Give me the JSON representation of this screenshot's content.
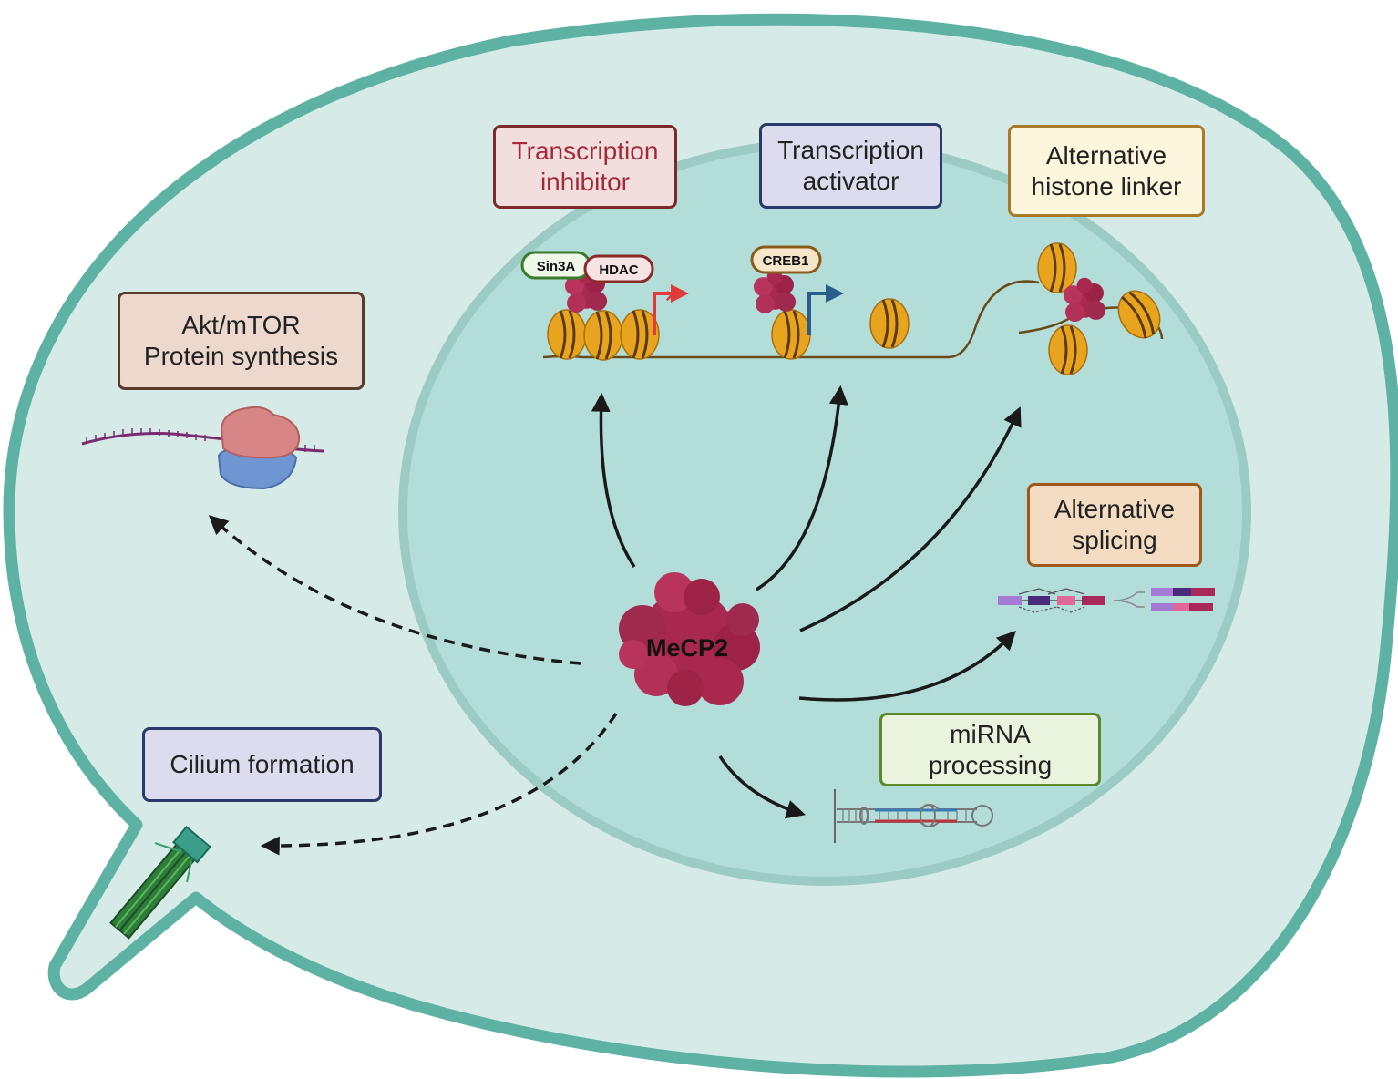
{
  "colors": {
    "cell_fill": "#d6ebe7",
    "cell_border": "#5eb2a4",
    "nucleus_fill": "#b3ddd8",
    "nucleus_border": "#9ccbc4",
    "mecp2": "#a8284f",
    "nucleosome": "#e8a41e",
    "arrow": "#1a1a1a"
  },
  "labels": {
    "transcription_inhibitor": "Transcription\ninhibitor",
    "transcription_activator": "Transcription\nactivator",
    "alternative_histone_linker": "Alternative\nhistone linker",
    "akt_mtor": "Akt/mTOR\nProtein synthesis",
    "alternative_splicing": "Alternative\nsplicing",
    "mirna_processing": "miRNA\nprocessing",
    "cilium_formation": "Cilium formation"
  },
  "tags": {
    "sin3a": "Sin3A",
    "hdac": "HDAC",
    "creb1": "CREB1",
    "mecp2": "MeCP2"
  },
  "icons": [
    "ribosome-icon",
    "cilium-icon",
    "mirna-hairpin-icon",
    "splicing-transcript-icon",
    "nucleosome-icon",
    "mecp2-protein-icon"
  ]
}
